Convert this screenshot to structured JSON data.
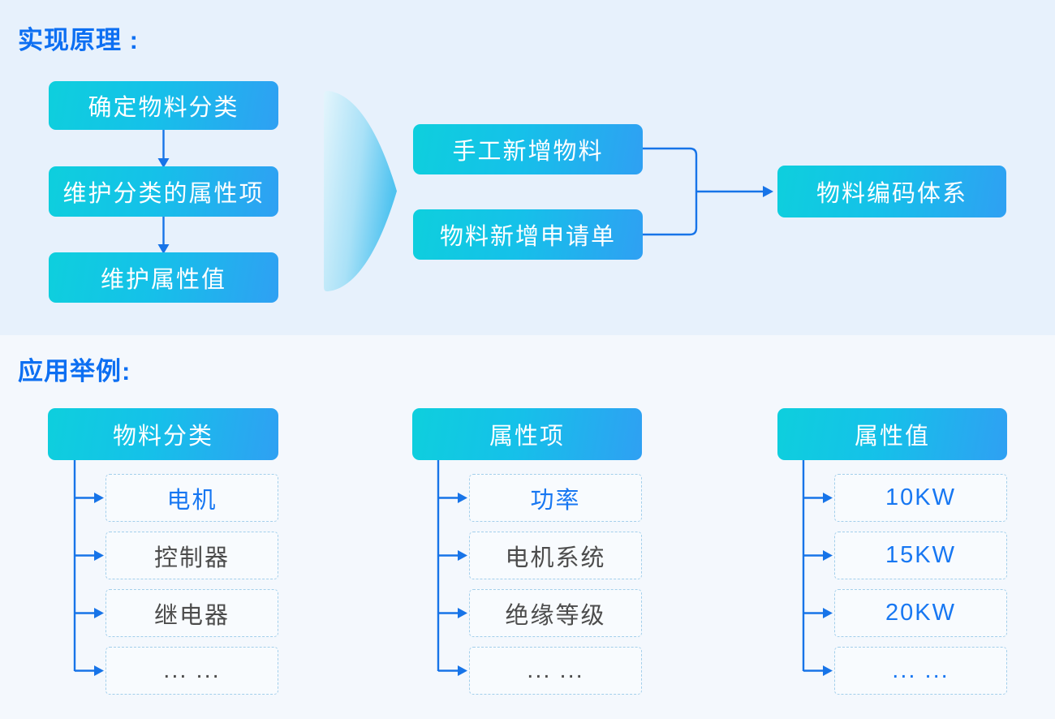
{
  "principle": {
    "title": "实现原理 :",
    "steps": [
      "确定物料分类",
      "维护分类的属性项",
      "维护属性值"
    ],
    "sources": [
      "手工新增物料",
      "物料新增申请单"
    ],
    "result": "物料编码体系"
  },
  "examples": {
    "title": "应用举例:",
    "columns": [
      {
        "header": "物料分类",
        "items": [
          {
            "label": "电机",
            "highlight": true
          },
          {
            "label": "控制器",
            "highlight": false
          },
          {
            "label": "继电器",
            "highlight": false
          },
          {
            "label": "... ...",
            "highlight": false
          }
        ]
      },
      {
        "header": "属性项",
        "items": [
          {
            "label": "功率",
            "highlight": true
          },
          {
            "label": "电机系统",
            "highlight": false
          },
          {
            "label": "绝缘等级",
            "highlight": false
          },
          {
            "label": "... ...",
            "highlight": false
          }
        ]
      },
      {
        "header": "属性值",
        "items": [
          {
            "label": "10KW",
            "highlight": true
          },
          {
            "label": "15KW",
            "highlight": true
          },
          {
            "label": "20KW",
            "highlight": true
          },
          {
            "label": "... ...",
            "highlight": true
          }
        ]
      }
    ]
  },
  "colors": {
    "section_top_bg": "#e7f1fc",
    "section_bottom_bg": "#f4f8fd",
    "title_blue": "#0d6ff2",
    "connector_blue": "#1774e8",
    "box_gradient_start": "#0ecfdd",
    "box_gradient_end": "#2fa0f3",
    "item_border": "#a3cfeb",
    "item_text_gray": "#4c4c4c",
    "item_text_blue": "#1777f2",
    "chevron_light": "#e4f5fc",
    "chevron_dark": "#50c3f0"
  }
}
